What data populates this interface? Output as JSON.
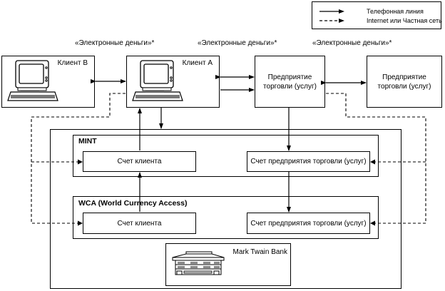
{
  "legend": {
    "solid_label": "Телефонная линия",
    "dashed_label": "Internet или Частная сеть"
  },
  "emoney_labels": [
    "«Электронные деньги»*",
    "«Электронные деньги»*",
    "«Электронные деньги»*"
  ],
  "nodes": {
    "client_b": "Клиент B",
    "client_a": "Клиент A",
    "merchant_1": "Предприятие торговли (услуг)",
    "merchant_2": "Предприятие торговли (услуг)"
  },
  "mint": {
    "title": "MINT",
    "client_account": "Счет клиента",
    "merchant_account": "Счет предприятия торговли (услуг)"
  },
  "wca": {
    "title": "WCA (World Currency Access)",
    "client_account": "Счет клиента",
    "merchant_account": "Счет предприятия торговли (услуг)"
  },
  "bank": {
    "name": "Mark Twain Bank"
  },
  "icons": {
    "computer": "computer-icon",
    "bank": "bank-building-icon"
  }
}
